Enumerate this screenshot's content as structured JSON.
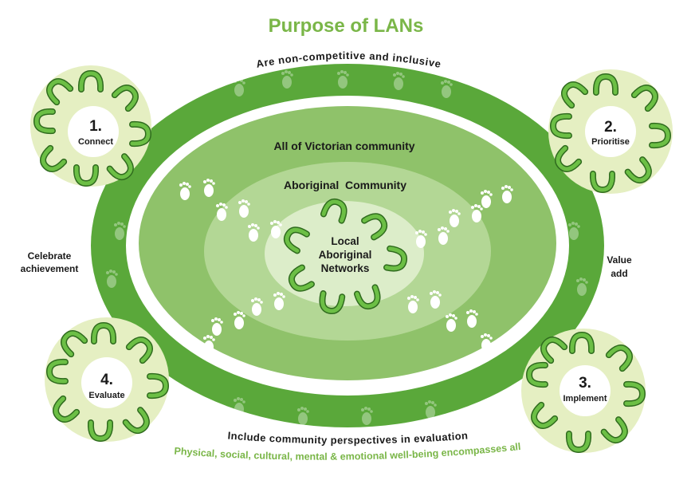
{
  "title": "Purpose of LANs",
  "ring_top_text": "Are non-competitive and inclusive",
  "ring_bottom_text": "Include community perspectives in evaluation",
  "footer_text": "Physical, social, cultural, mental & emotional well-being encompasses all",
  "layers": {
    "outer": "All of Victorian community",
    "middle": "Aboriginal  Community",
    "inner_line1": "Local",
    "inner_line2": "Aboriginal",
    "inner_line3": "Networks"
  },
  "side_labels": {
    "left_line1": "Celebrate",
    "left_line2": "achievement",
    "right_line1": "Value",
    "right_line2": "add"
  },
  "steps": [
    {
      "number": "1.",
      "label": "Connect"
    },
    {
      "number": "2.",
      "label": "Prioritise"
    },
    {
      "number": "3.",
      "label": "Implement"
    },
    {
      "number": "4.",
      "label": "Evaluate"
    }
  ],
  "colors": {
    "title": "#7ab648",
    "ring_green": "#5aa83a",
    "outer_oval": "#8fc26a",
    "middle_oval": "#b3d795",
    "inner_oval": "#dcedc9",
    "circle_fill": "#e5efc2",
    "footer": "#7ab648"
  }
}
